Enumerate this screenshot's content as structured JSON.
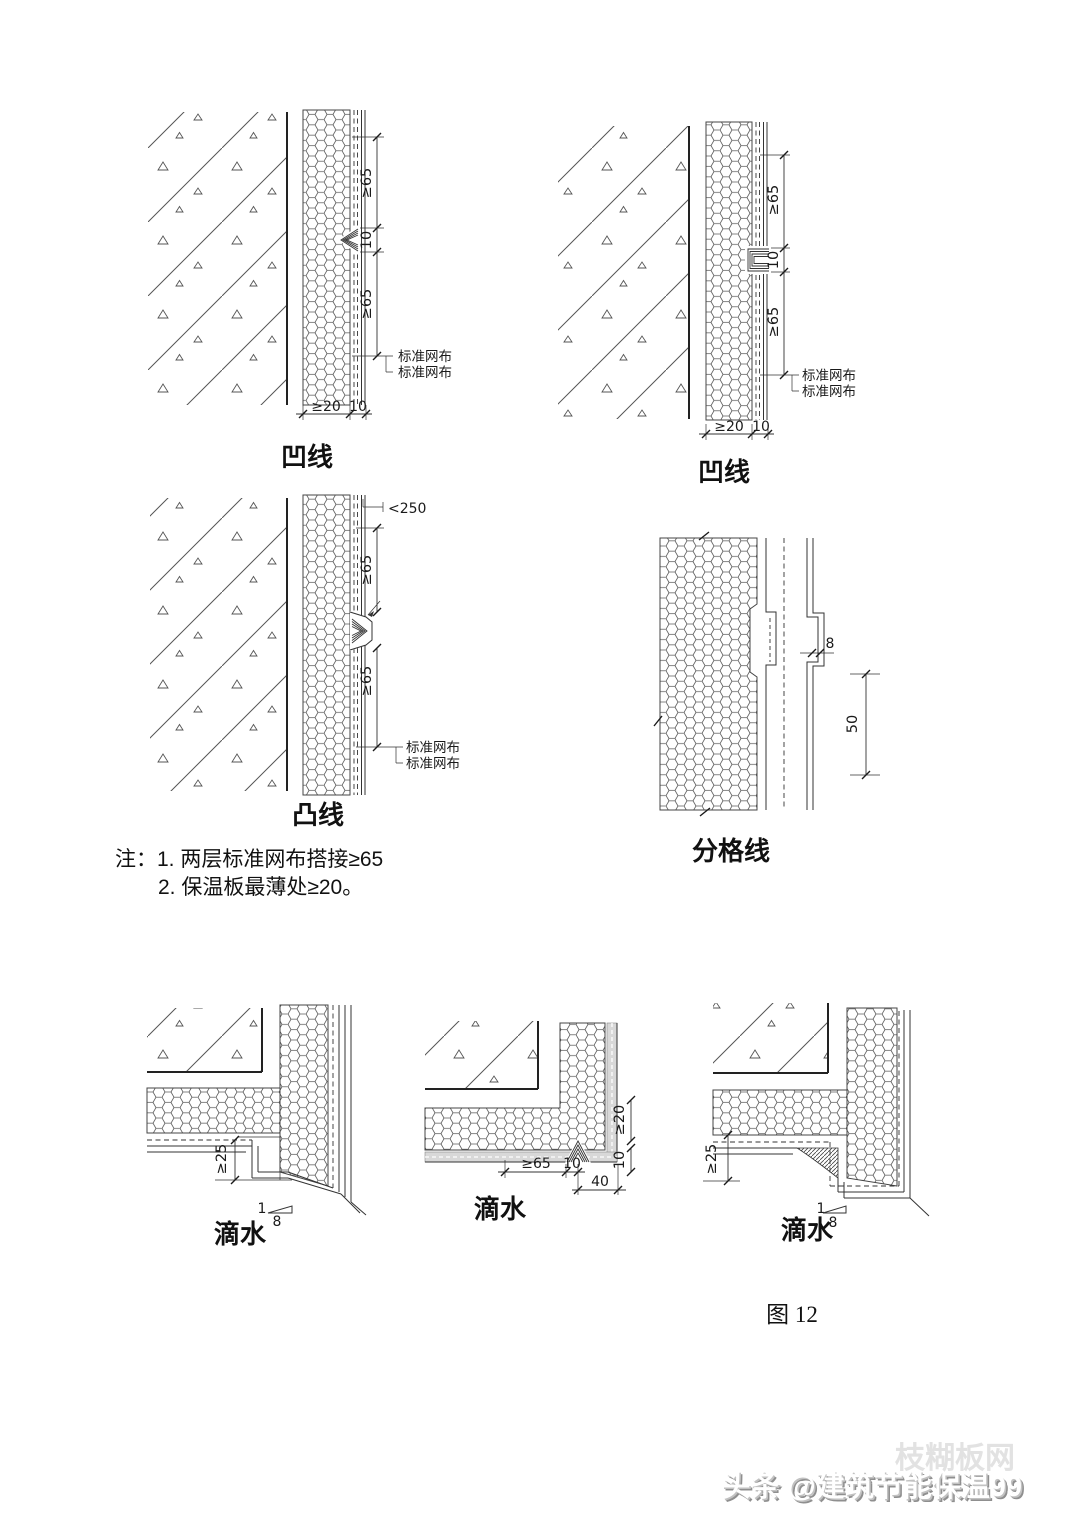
{
  "colors": {
    "background": "#ffffff",
    "line": "#333333",
    "pattern": "#555555",
    "text": "#1a1a1a",
    "watermark_shadow": "#8f8f8f"
  },
  "diagrams": {
    "concave_left": {
      "caption": "凹线",
      "dim_top": "≥65",
      "dim_joint": "10",
      "dim_bottom": "≥65",
      "dim_board": "≥20",
      "dim_coat": "10",
      "mesh1": "标准网布",
      "mesh2": "标准网布"
    },
    "concave_right": {
      "caption": "凹线",
      "dim_top": "≥65",
      "dim_joint": "10",
      "dim_bottom": "≥65",
      "dim_board": "≥20",
      "dim_coat": "10",
      "mesh1": "标准网布",
      "mesh2": "标准网布"
    },
    "convex": {
      "caption": "凸线",
      "dim_spacing": "<250",
      "dim_top": "≥65",
      "dim_bottom": "≥65",
      "mesh1": "标准网布",
      "mesh2": "标准网布"
    },
    "division": {
      "caption": "分格线",
      "dim_depth": "8",
      "dim_width": "50"
    },
    "drip_left": {
      "caption": "滴水",
      "dim_edge": "≥25",
      "slope_rise": "1",
      "slope_run": "8"
    },
    "drip_mid": {
      "caption": "滴水",
      "dim_lap": "≥65",
      "dim_joint": "10",
      "dim_width": "40",
      "dim_board": "≥20",
      "dim_coat": "10"
    },
    "drip_right": {
      "caption": "滴水",
      "dim_edge": "≥25",
      "slope_rise": "1",
      "slope_run": "8"
    }
  },
  "notes": {
    "line1": "注：1. 两层标准网布搭接≥65",
    "line2": "2. 保温板最薄处≥20。"
  },
  "figure": {
    "caption": "图 12"
  },
  "watermark": {
    "main": "头条 @建筑节能保温99",
    "faint": "枝糊板网"
  }
}
